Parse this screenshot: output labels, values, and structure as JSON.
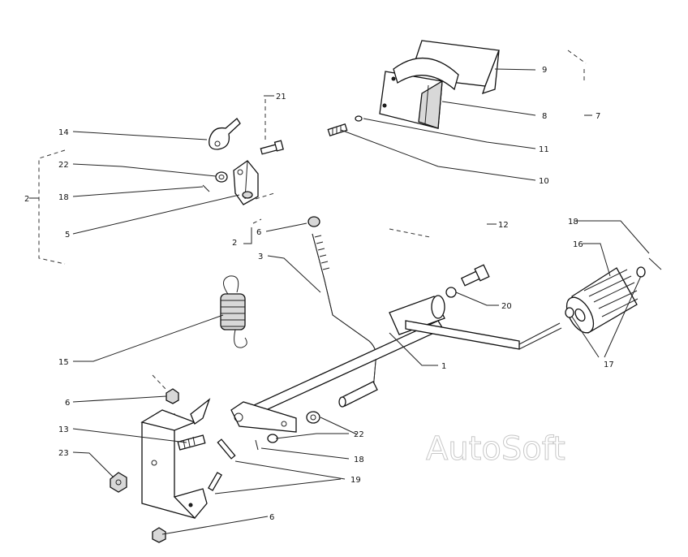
{
  "watermark": "AutoSoft",
  "callouts": {
    "c1": "1",
    "c2a": "2",
    "c2b": "2",
    "c3": "3",
    "c5": "5",
    "c6a": "6",
    "c6b": "6",
    "c6c": "6",
    "c7": "7",
    "c8": "8",
    "c9": "9",
    "c10": "10",
    "c11": "11",
    "c12": "12",
    "c13": "13",
    "c14": "14",
    "c15": "15",
    "c16": "16",
    "c17": "17",
    "c18a": "18",
    "c18b": "18",
    "c18c": "18",
    "c19": "19",
    "c20": "20",
    "c21": "21",
    "c22a": "22",
    "c22b": "22",
    "c23": "23"
  }
}
